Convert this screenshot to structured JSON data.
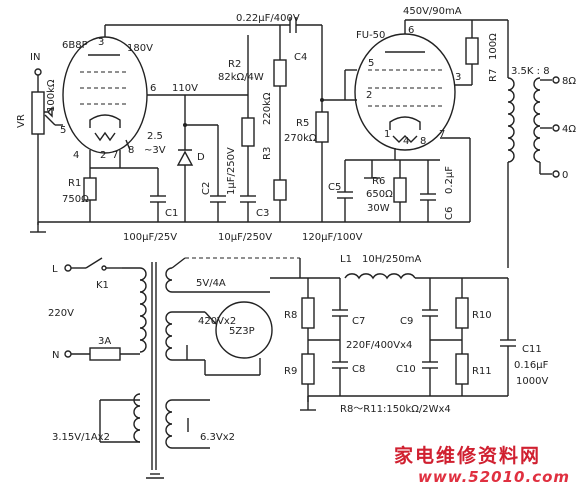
{
  "labels": {
    "v1_type": "6B8P",
    "v1_plate_v": "180V",
    "v1_pin3": "3",
    "v1_pin4": "4",
    "v1_pin5": "5",
    "v1_pin6": "6",
    "v1_pin2": "2",
    "v1_pin7": "7",
    "v1_pin8": "8",
    "in": "IN",
    "vr": "VR",
    "vr_val": "100kΩ",
    "v110": "110V",
    "bias": "2.5",
    "bias2": "~3V",
    "d": "D",
    "r1": "R1",
    "r1_val": "750Ω",
    "c1": "C1",
    "c1_val": "100μF/25V",
    "c2": "C2",
    "c2_val": "1μF/250V",
    "r2": "R2",
    "r2_val": "82kΩ/4W",
    "r3": "R3",
    "r3_val": "220kΩ",
    "c3": "C3",
    "c3_val": "10μF/250V",
    "c4": "C4",
    "c4_val": "0.22μF/400V",
    "r5": "R5",
    "r5_val": "270kΩ",
    "c5": "C5",
    "c5_val": "120μF/100V",
    "v2_type": "FU-50",
    "v2_plate_v": "450V/90mA",
    "v2_pin6": "6",
    "v2_pin5": "5",
    "v2_pin2": "2",
    "v2_pin3": "3",
    "v2_pin1": "1",
    "v2_pin4": "4",
    "v2_pin8": "8",
    "v2_pin7": "7",
    "r6": "R6",
    "r6_val": "650Ω",
    "r6_pwr": "30W",
    "c6": "C6",
    "c6_val": "0.2μF",
    "r7": "R7",
    "r7_val": "100Ω",
    "ot_ratio": "3.5K : 8",
    "tap8": "8Ω",
    "tap4": "4Ω",
    "tap0": "0",
    "l": "L",
    "n": "N",
    "k1": "K1",
    "mains": "220V",
    "fuse": "3A",
    "fil_rect": "5V/4A",
    "hv": "420Vx2",
    "rect": "5Z3P",
    "fil1": "3.15V/1Ax2",
    "fil2": "6.3Vx2",
    "l1": "L1",
    "l1_val": "10H/250mA",
    "r8": "R8",
    "r9": "R9",
    "c7": "C7",
    "c8": "C8",
    "c7c8_val": "220F/400Vx4",
    "c9": "C9",
    "c10": "C10",
    "r10": "R10",
    "r11": "R11",
    "c11": "C11",
    "c11_val": "0.16μF",
    "c11_v": "1000V",
    "r8r11": "R8～R11:150kΩ/2Wx4"
  },
  "watermark": {
    "cn": "家电维修资料网",
    "url": "www.52010.com"
  }
}
